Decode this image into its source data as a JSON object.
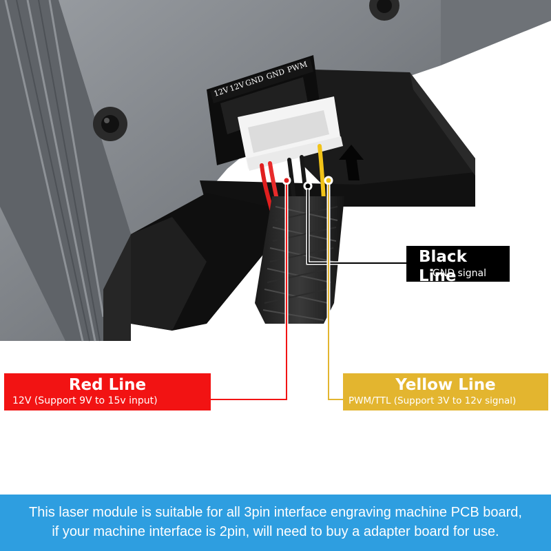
{
  "connector": {
    "pin_labels": [
      "12V",
      "12V",
      "GND",
      "GND",
      "PWM"
    ]
  },
  "callouts": {
    "black": {
      "title": "Black Line",
      "subtitle": "GND signal",
      "color": "#000000"
    },
    "red": {
      "title": "Red Line",
      "subtitle": "12V (Support 9V to 15v input)",
      "color": "#f21313"
    },
    "yellow": {
      "title": "Yellow Line",
      "subtitle": "PWM/TTL (Support 3V to 12v signal)",
      "color": "#e3b52f"
    }
  },
  "banner": {
    "line1": "This laser module is suitable for all 3pin interface engraving machine PCB board,",
    "line2": "if your machine interface is 2pin, will need to buy a adapter board for use.",
    "color": "#2e9ee0"
  },
  "icons": [
    "screw-icon",
    "arrow-up-icon"
  ]
}
